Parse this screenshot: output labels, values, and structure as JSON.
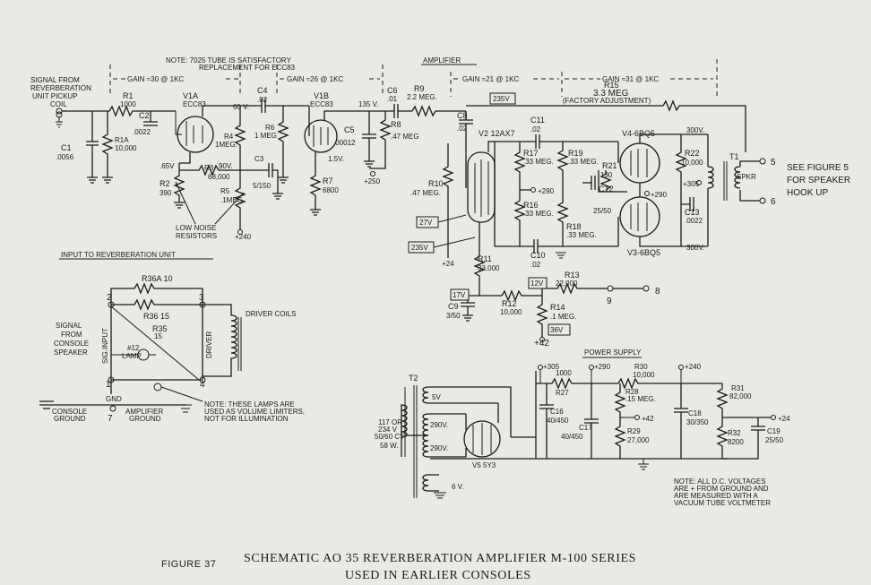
{
  "notes": {
    "tube_line1": "NOTE: 7025 TUBE IS SATISFACTORY",
    "tube_line2": "REPLACEMENT FOR ECC83",
    "lamps_line1": "NOTE: THESE LAMPS ARE",
    "lamps_line2": "USED AS VOLUME LIMITERS,",
    "lamps_line3": "NOT FOR ILLUMINATION",
    "dc_line1": "NOTE:  ALL D.C. VOLTAGES",
    "dc_line2": "ARE + FROM GROUND AND",
    "dc_line3": "ARE MEASURED WITH A",
    "dc_line4": "VACUUM TUBE VOLTMETER",
    "low_noise1": "LOW NOISE",
    "low_noise2": "RESISTORS"
  },
  "sections": {
    "amplifier": "AMPLIFIER",
    "input_reverb": "INPUT TO REVERBERATION UNIT",
    "power_supply": "POWER SUPPLY",
    "gain1": "GAIN ≈30 @ 1KC",
    "gain2": "GAIN ≈26 @ 1KC",
    "gain3": "GAIN ≈21 @ 1KC",
    "gain4": "GAIN ≈31 @ 1KC"
  },
  "signals": {
    "from_reverb1": "SIGNAL FROM",
    "from_reverb2": "REVERBERATION",
    "from_reverb3": "UNIT PICKUP",
    "from_reverb4": "COIL",
    "from_console1": "SIGNAL",
    "from_console2": "FROM",
    "from_console3": "CONSOLE",
    "from_console4": "SPEAKER",
    "see_fig1": "SEE FIGURE 5",
    "see_fig2": "FOR SPEAKER",
    "see_fig3": "HOOK UP",
    "driver_coils": "DRIVER COILS",
    "sig_input": "SIG.INPUT",
    "driver": "DRIVER",
    "gnd": "GND",
    "console_ground1": "CONSOLE",
    "console_ground2": "GROUND",
    "amp_ground1": "AMPLIFIER",
    "amp_ground2": "GROUND",
    "spkr": "SPKR",
    "mains1": "117 OR",
    "mains2": "234 V",
    "mains3": "50/60 CY",
    "mains4": "58 W."
  },
  "components": {
    "r1": "R1",
    "r1v": "1000",
    "r1a": "R1A",
    "r1av": "10,000",
    "c1": "C1",
    "c1v": ".0056",
    "c2": "C2",
    "c2v": ".0022",
    "v1a": "V1A",
    "v1at": "ECC83",
    "r2": "R2",
    "r2v": "390",
    "r3": "R3",
    "r3v": "68,000",
    "r4": "R4",
    "r4v": "1MEG.",
    "r5": "R5",
    "r5v": ".1MEG.",
    "c3": "C3",
    "c3v": "5/150",
    "c4": "C4",
    "c4v": ".02",
    "r6": "R6",
    "r6v": "1 MEG",
    "v1b": "V1B",
    "v1bt": "ECC83",
    "c5": "C5",
    "c5v": ".00012",
    "r7": "R7",
    "r7v": "6800",
    "c6": "C6",
    "c6v": ".01",
    "r8": "R8",
    "r8v": ".47 MEG",
    "r9": "R9",
    "r9v": "2.2 MEG.",
    "r15": "R15",
    "r15v": "3.3 MEG",
    "r15n": "(FACTORY ADJUSTMENT)",
    "c8": "C8",
    "c8v": ".02",
    "v2": "V2 12AX7",
    "r10": "R10",
    "r10v": ".47 MEG.",
    "r11": "R11",
    "r11v": "33,000",
    "c11": "C11",
    "c11v": ".02",
    "r17": "R17",
    "r17v": ".33 MEG.",
    "r16": "R16",
    "r16v": ".33 MEG.",
    "r19": "R19",
    "r19v": ".33 MEG.",
    "r18": "R18",
    "r18v": ".33 MEG.",
    "c10": "C10",
    "c10v": ".02",
    "r21": "R21",
    "r21v": "130",
    "c12": "C12",
    "c12v": "25/50",
    "v4": "V4-6BQ5",
    "v3": "V3-6BQ5",
    "r22": "R22",
    "r22v": "10,000",
    "c13": "C13",
    "c13v": ".0022",
    "t1": "T1",
    "c9": "C9",
    "c9v": "3/50",
    "r12": "R12",
    "r12v": "10,000",
    "r13": "R13",
    "r13v": "22,000",
    "r14": "R14",
    "r14v": ".1 MEG.",
    "r36a": "R36A 10",
    "r36b": "R36 15",
    "r35": "R35",
    "r35v": "15",
    "lamp": "#12",
    "lamp2": "LAMP",
    "t2": "T2",
    "c16": "C16",
    "c16v": "40/450",
    "c17": "C17",
    "c17v": "40/450",
    "r27": "R27",
    "r27v": "1000",
    "r28": "R28",
    "r28v": ".15 MEG.",
    "r29": "R29",
    "r29v": "27,000",
    "r30": "R30",
    "r30v": "10,000",
    "c18": "C18",
    "c18v": "30/350",
    "r31": "R31",
    "r31v": "82,000",
    "r32": "R32",
    "r32v": "8200",
    "c19": "C19",
    "c19v": "25/50",
    "v5": "V5 5Y3"
  },
  "voltages": {
    "v60": "60 V.",
    "v65": ".65V",
    "v90": "90V.",
    "v240": "+240",
    "v135": "135 V.",
    "v15": "1.5V.",
    "v250": "+250",
    "v235a": "235V",
    "v27": "27V",
    "v235b": "235V",
    "v24": "+24",
    "v290": "+290",
    "v290b": "+290",
    "v305": "+305",
    "v300a": "300V.",
    "v300b": "300V.",
    "v17": "17V",
    "v12": "12V",
    "v36": "36V",
    "v42": "+42",
    "p305": "+305",
    "p290": "+290",
    "p240": "+240",
    "p42": "+42",
    "p24": "+24",
    "s5v": "5V",
    "s290a": "290V.",
    "s290b": "290V.",
    "s6v": "6 V."
  },
  "terminals": {
    "t5": "5",
    "t6": "6",
    "t8": "8",
    "t9": "9",
    "p2": "2",
    "p3": "3",
    "p4": "4",
    "p1": "1",
    "p7": "7"
  },
  "caption": {
    "figure": "FIGURE 37",
    "line1": "SCHEMATIC AO 35 REVERBERATION AMPLIFIER M-100 SERIES",
    "line2": "USED IN EARLIER CONSOLES"
  }
}
